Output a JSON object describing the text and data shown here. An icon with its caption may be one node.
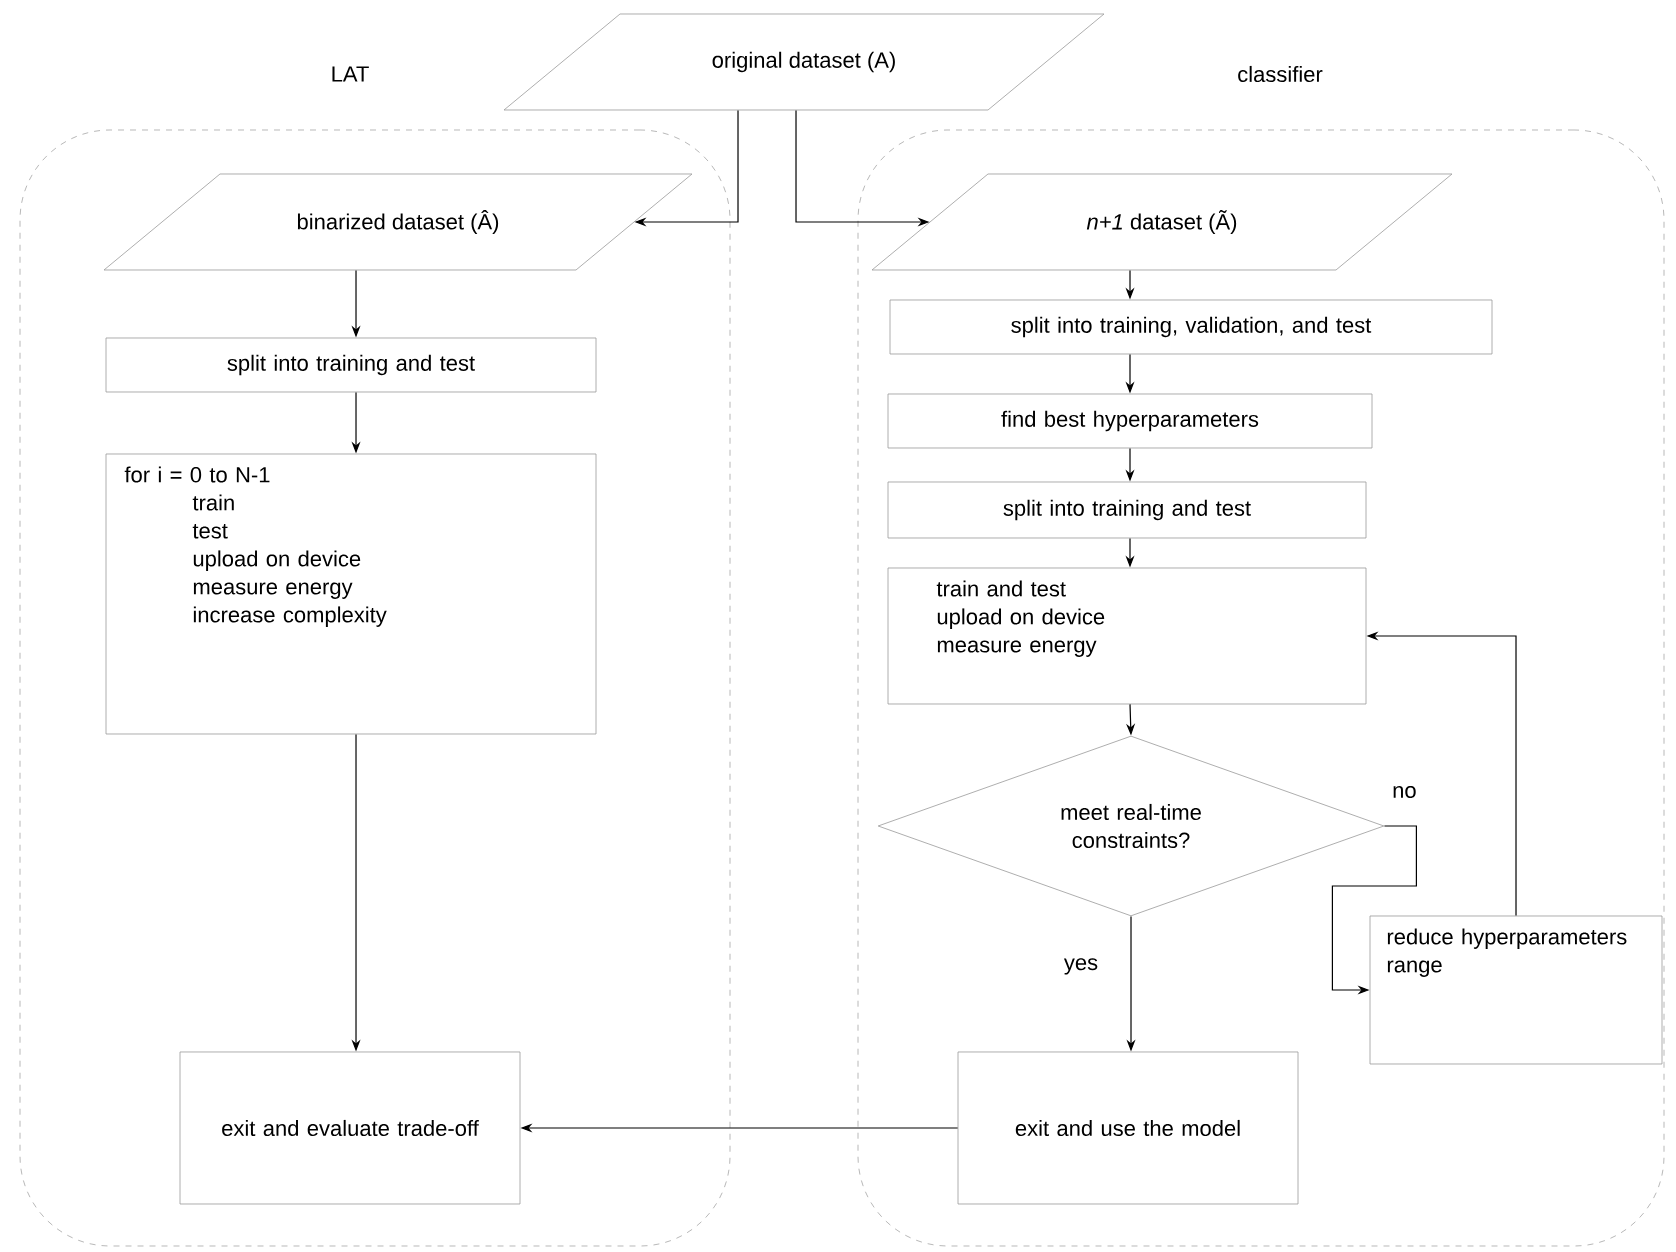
{
  "diagram": {
    "nodes": [
      {
        "text": [
          "LAT"
        ]
      },
      {
        "text": [
          "classifier"
        ]
      },
      {
        "text": [
          "original dataset (A)"
        ]
      },
      {
        "text": [
          "binarized dataset (Â)"
        ],
        "in": 0
      },
      {
        "text": [
          "split into training and test"
        ],
        "in": 0
      },
      {
        "text": [
          "for i = 0 to N-1",
          "train",
          "test",
          "upload on device",
          "measure energy",
          "increase complexity"
        ],
        "in": 0
      },
      {
        "text": [
          "exit and evaluate trade-off"
        ],
        "in": 0
      },
      {
        "text": [
          "*n+1* dataset (Ã)"
        ],
        "in": 1
      },
      {
        "text": [
          "split into training, validation, and test"
        ],
        "in": 1
      },
      {
        "text": [
          "find best hyperparameters"
        ],
        "in": 1
      },
      {
        "text": [
          "split into training and test"
        ],
        "in": 1
      },
      {
        "text": [
          "train and test",
          "upload on device",
          "measure energy"
        ],
        "in": 1
      },
      {
        "text": [
          "meet real-time constraints?"
        ],
        "in": 1
      },
      {
        "text": [
          "reduce hyperparameters range"
        ],
        "in": 1
      },
      {
        "text": [
          "exit and use the model"
        ],
        "in": 1
      }
    ],
    "edges": [
      {
        "from": 2,
        "to": 3,
        "arrow": "to"
      },
      {
        "from": 2,
        "to": 7,
        "arrow": "to"
      },
      {
        "from": 3,
        "to": 4,
        "arrow": "to"
      },
      {
        "from": 4,
        "to": 5,
        "arrow": "to"
      },
      {
        "from": 5,
        "to": 6,
        "arrow": "to"
      },
      {
        "from": 7,
        "to": 8,
        "arrow": "to"
      },
      {
        "from": 8,
        "to": 9,
        "arrow": "to"
      },
      {
        "from": 9,
        "to": 10,
        "arrow": "to"
      },
      {
        "from": 10,
        "to": 11,
        "arrow": "to"
      },
      {
        "from": 11,
        "to": 12,
        "arrow": "to"
      },
      {
        "from": 12,
        "to": 14,
        "arrow": "to",
        "label": "yes"
      },
      {
        "from": 12,
        "to": 13,
        "arrow": "to",
        "label": "no"
      },
      {
        "from": 13,
        "to": 11,
        "arrow": "to"
      },
      {
        "from": 14,
        "to": 6,
        "arrow": "to"
      }
    ]
  }
}
